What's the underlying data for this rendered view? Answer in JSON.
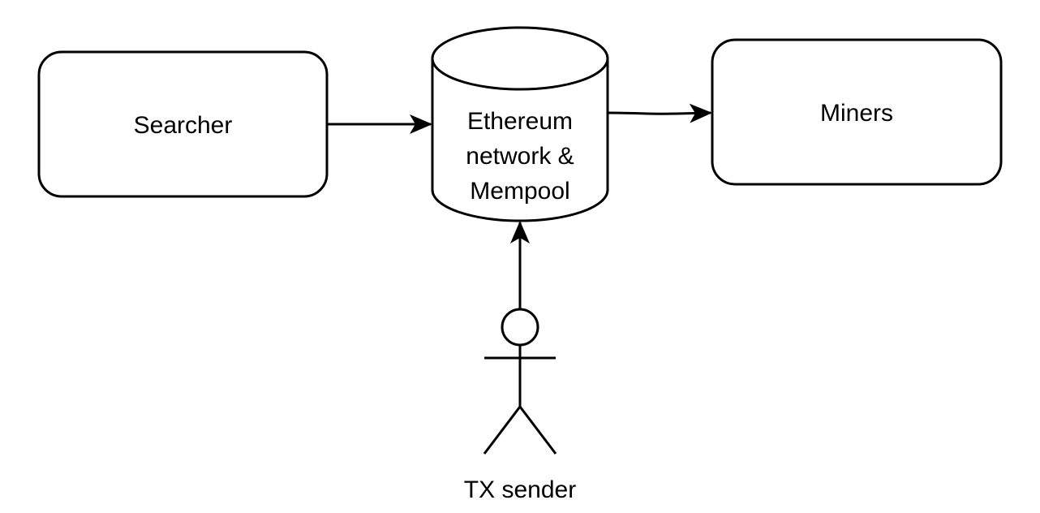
{
  "diagram": {
    "nodes": {
      "searcher": {
        "label": "Searcher",
        "shape": "rounded-rectangle"
      },
      "network": {
        "label_lines": [
          "Ethereum",
          "network &",
          "Mempool"
        ],
        "shape": "cylinder"
      },
      "miners": {
        "label": "Miners",
        "shape": "rounded-rectangle"
      },
      "tx_sender": {
        "label": "TX sender",
        "shape": "actor"
      }
    },
    "edges": [
      {
        "from": "Searcher",
        "to": "Ethereum network & Mempool"
      },
      {
        "from": "Ethereum network & Mempool",
        "to": "Miners"
      },
      {
        "from": "TX sender",
        "to": "Ethereum network & Mempool"
      }
    ],
    "colors": {
      "stroke": "#000000",
      "fill": "#ffffff",
      "text": "#000000"
    }
  }
}
